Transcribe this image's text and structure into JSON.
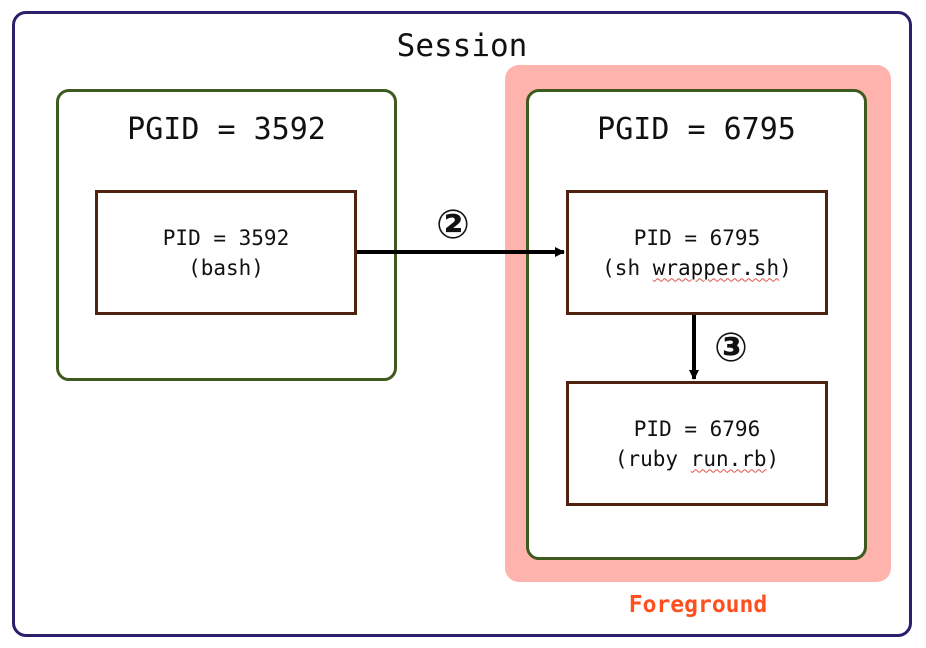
{
  "session": {
    "title": "Session"
  },
  "foreground": {
    "label": "Foreground",
    "highlight_color": "#ffb3ad",
    "label_color": "#ff4f1f"
  },
  "groups": [
    {
      "title": "PGID = 3592"
    },
    {
      "title": "PGID = 6795"
    }
  ],
  "processes": {
    "bash": {
      "pid": "PID = 3592",
      "cmd": "(bash)"
    },
    "wrapper": {
      "pid": "PID = 6795",
      "cmd_open": "(sh ",
      "cmd_file": "wrapper.sh",
      "cmd_close": ")"
    },
    "ruby": {
      "pid": "PID = 6796",
      "cmd_open": "(ruby ",
      "cmd_file": "run.rb",
      "cmd_close": ")"
    }
  },
  "steps": {
    "fork_to_wrapper": "②",
    "exec_ruby": "③"
  },
  "colors": {
    "session_border": "#2b1f6b",
    "group_border": "#3e5a1e",
    "process_border": "#4e2310"
  }
}
